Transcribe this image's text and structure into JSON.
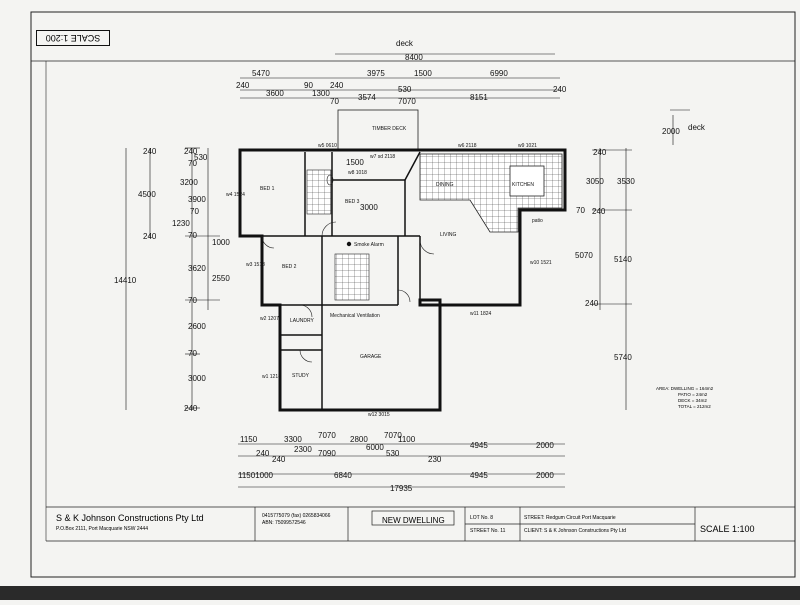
{
  "drawing": {
    "stamp_scale": "SCALE 1:200",
    "deck_label": "deck",
    "deck_right_label": "deck",
    "rooms": {
      "timber_deck": "TIMBER DECK",
      "bed1": "BED 1",
      "bed3": "BED 3",
      "dining": "DINING",
      "kitchen": "KITCHEN",
      "bed2": "BED 2",
      "living": "LIVING",
      "laundry": "LAUNDRY",
      "study": "STUDY",
      "garage": "GARAGE",
      "smoke_alarm": "Smoke Alarm",
      "mech_vent": "Mechanical Ventilation",
      "patio": "patio"
    },
    "windows": {
      "w5": "w5 0610",
      "w6": "w6 2118",
      "w9": "w9 1021",
      "w7": "w7 sd 2118",
      "w8": "w8 1018",
      "w4": "w4 1524",
      "w3": "w3 1518",
      "w10": "w10 1521",
      "w11": "w11 1824",
      "w2": "w2 1207",
      "w1": "w1 1218",
      "w12": "w12 3015"
    },
    "dims_top": {
      "d8400": "8400",
      "d5470": "5470",
      "d3975": "3975",
      "d1500": "1500",
      "d6990": "6990",
      "d240a": "240",
      "d90": "90",
      "d240b": "240",
      "d3600": "3600",
      "d1300": "1300",
      "d530": "530",
      "d70a": "70",
      "d3574": "3574",
      "d7070": "7070",
      "d8151": "8151",
      "d240c": "240",
      "d2000": "2000",
      "d1500b": "1500",
      "d3000": "3000"
    },
    "dims_left": {
      "d14410": "14410",
      "d4500": "4500",
      "d240a": "240",
      "d240b": "240",
      "d3200": "3200",
      "d3900": "3900",
      "d1230": "1230",
      "d240c": "240",
      "d530": "530",
      "d70a": "70",
      "d70b": "70",
      "d70c": "70",
      "d1000": "1000",
      "d3620": "3620",
      "d2550": "2550",
      "d70d": "70",
      "d2600": "2600",
      "d70e": "70",
      "d3000": "3000",
      "d240d": "240"
    },
    "dims_right": {
      "d240a": "240",
      "d3050": "3050",
      "d3530": "3530",
      "d70": "70",
      "d240b": "240",
      "d5070": "5070",
      "d5140": "5140",
      "d240c": "240",
      "d5740": "5740"
    },
    "dims_bottom": {
      "d1150": "1150",
      "d3300": "3300",
      "d7070a": "7070",
      "d2800": "2800",
      "d7070b": "7070",
      "d1100": "1100",
      "d4945a": "4945",
      "d2000a": "2000",
      "d240a": "240",
      "d2300": "2300",
      "d7090": "7090",
      "d6000": "6000",
      "d230": "230",
      "d240b": "240",
      "d530": "530",
      "d11501000": "11501000",
      "d6840": "6840",
      "d4945b": "4945",
      "d2000b": "2000",
      "d17935": "17935"
    },
    "area_table": {
      "dwelling": "AREA: DWELLING = 164m2",
      "patio": "PATIO = 24m2",
      "deck": "DECK = 34m2",
      "total": "TOTAL = 212m2"
    }
  },
  "title_block": {
    "company": "S & K Johnson Constructions Pty Ltd",
    "address": "P.O.Box 2111, Port Macquarie NSW 2444",
    "phone": "0415775079 (fax) 0265834066",
    "abn": "ABN: 75099572546",
    "project": "NEW DWELLING",
    "lot": "LOT No. 8",
    "street_no": "STREET No. 11",
    "street": "STREET: Redgum Circuit Port Macquarie",
    "client": "CLIENT: S & K Johnson Constructions Pty Ltd",
    "scale": "SCALE 1:100"
  }
}
